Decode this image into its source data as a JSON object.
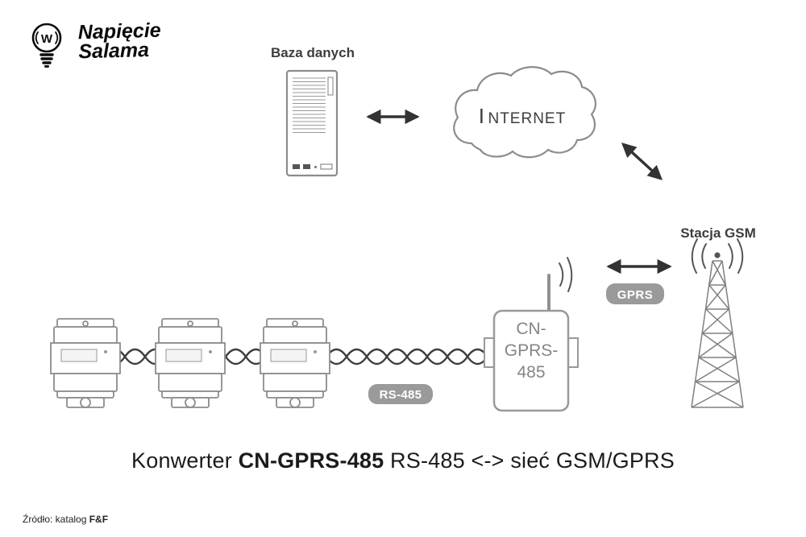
{
  "logo": {
    "line1": "Napięcie",
    "line2": "Salama",
    "bulb_letter": "W"
  },
  "nodes": {
    "database_label": "Baza danych",
    "internet_first": "I",
    "internet_rest": "NTERNET",
    "gsm_label": "Stacja GSM",
    "device": {
      "line1": "CN-",
      "line2": "GPRS-",
      "line3": "485"
    }
  },
  "badges": {
    "gprs": "GPRS",
    "rs485": "RS-485"
  },
  "caption": {
    "prefix": "Konwerter ",
    "bold": "CN-GPRS-485",
    "suffix": " RS-485 <-> sieć GSM/GPRS"
  },
  "source": {
    "prefix": "Źródło: katalog ",
    "bold": "F&F"
  },
  "colors": {
    "outline": "#8c8c8c",
    "arrow": "#333333",
    "badge": "#9a9a9a",
    "label": "#3d3d3d",
    "device_text": "#858585"
  }
}
